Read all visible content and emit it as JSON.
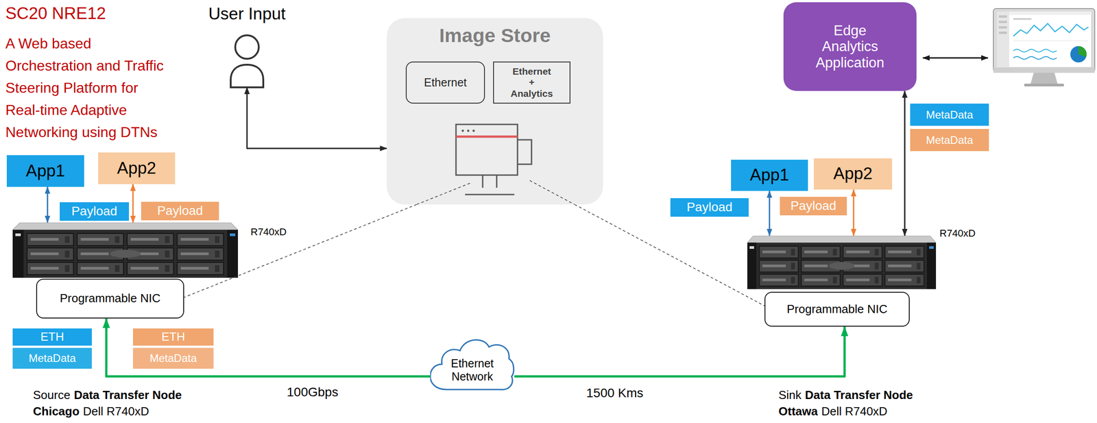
{
  "diagram": {
    "title": "SC20 NRE12",
    "nodes": [
      {
        "text": [
          "User Input"
        ]
      },
      {
        "text": [
          "Image Store"
        ]
      },
      {
        "text": [
          "Ethernet"
        ],
        "in": 1
      },
      {
        "text": [
          "Ethernet + Analytics"
        ],
        "in": 1
      },
      {
        "text": [
          "Edge Analytics Application"
        ]
      },
      {
        "text": [
          "MetaData"
        ]
      },
      {
        "text": [
          "MetaData"
        ]
      },
      {
        "text": [
          "App1"
        ]
      },
      {
        "text": [
          "App2"
        ]
      },
      {
        "text": [
          "Payload"
        ]
      },
      {
        "text": [
          "Payload"
        ]
      },
      {
        "text": [
          "App1"
        ]
      },
      {
        "text": [
          "App2"
        ]
      },
      {
        "text": [
          "Payload"
        ]
      },
      {
        "text": [
          "Payload"
        ]
      },
      {
        "text": [
          "R740xD"
        ]
      },
      {
        "text": [
          "R740xD"
        ]
      },
      {
        "text": [
          "Programmable NIC"
        ]
      },
      {
        "text": [
          "Programmable NIC"
        ]
      },
      {
        "text": [
          "ETH"
        ]
      },
      {
        "text": [
          "MetaData"
        ]
      },
      {
        "text": [
          "ETH"
        ]
      },
      {
        "text": [
          "MetaData"
        ]
      },
      {
        "text": [
          "Ethernet Network"
        ]
      }
    ],
    "edges": [
      {
        "from": 0,
        "to": 1,
        "arrow": "both"
      },
      {
        "from": 7,
        "to": 15,
        "arrow": "both"
      },
      {
        "from": 8,
        "to": 15,
        "arrow": "both"
      },
      {
        "from": 1,
        "to": 17,
        "arrow": "none"
      },
      {
        "from": 1,
        "to": 18,
        "arrow": "none"
      },
      {
        "from": 23,
        "to": 17,
        "arrow": "to"
      },
      {
        "from": 23,
        "to": 18,
        "arrow": "to"
      },
      {
        "from": 11,
        "to": 16,
        "arrow": "both"
      },
      {
        "from": 12,
        "to": 16,
        "arrow": "both"
      },
      {
        "from": 4,
        "to": 16,
        "arrow": "both"
      }
    ],
    "labels": [
      "A Web based Orchestration and Traffic Steering Platform for Real-time Adaptive Networking using DTNs",
      "100Gbps",
      "1500 Kms",
      "Source",
      "Data Transfer Node",
      "Chicago",
      "Dell R740xD",
      "Sink",
      "Data Transfer Node",
      "Ottawa",
      "Dell R740xD"
    ]
  }
}
